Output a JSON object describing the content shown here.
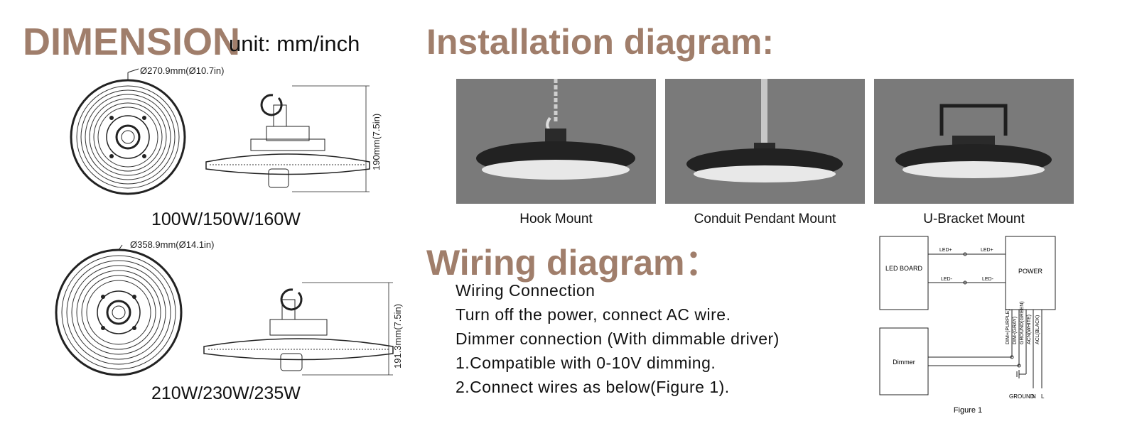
{
  "dimension": {
    "title": "DIMENSION",
    "unit": "unit: mm/inch",
    "models": [
      {
        "label": "100W/150W/160W",
        "diameter": "Ø270.9mm(Ø10.7in)",
        "height": "190mm(7.5in)"
      },
      {
        "label": "210W/230W/235W",
        "diameter": "Ø358.9mm(Ø14.1in)",
        "height": "191.3mm(7.5in)"
      }
    ]
  },
  "installation": {
    "title": "Installation diagram:",
    "mounts": [
      {
        "caption": "Hook Mount"
      },
      {
        "caption": "Conduit Pendant Mount"
      },
      {
        "caption": "U-Bracket Mount"
      }
    ]
  },
  "wiring": {
    "title": "Wiring diagram：",
    "lines": [
      "Wiring Connection",
      "Turn off the power, connect AC wire.",
      "Dimmer connection (With dimmable driver)",
      "1.Compatible with 0-10V dimming.",
      "2.Connect wires as below(Figure 1)."
    ],
    "figure": {
      "led_board": "LED BOARD",
      "power": "POWER",
      "dimmer": "Dimmer",
      "led_plus": "LED+",
      "led_minus": "LED-",
      "wires": [
        "DIM+(PURPLE)",
        "DIM-(GRAY)",
        "GROUND(GREEN)",
        "ACN(WHITE)",
        "ACL(BLACK)"
      ],
      "bottom_labels": [
        "GROUND",
        "N",
        "L"
      ],
      "caption": "Figure 1"
    }
  }
}
